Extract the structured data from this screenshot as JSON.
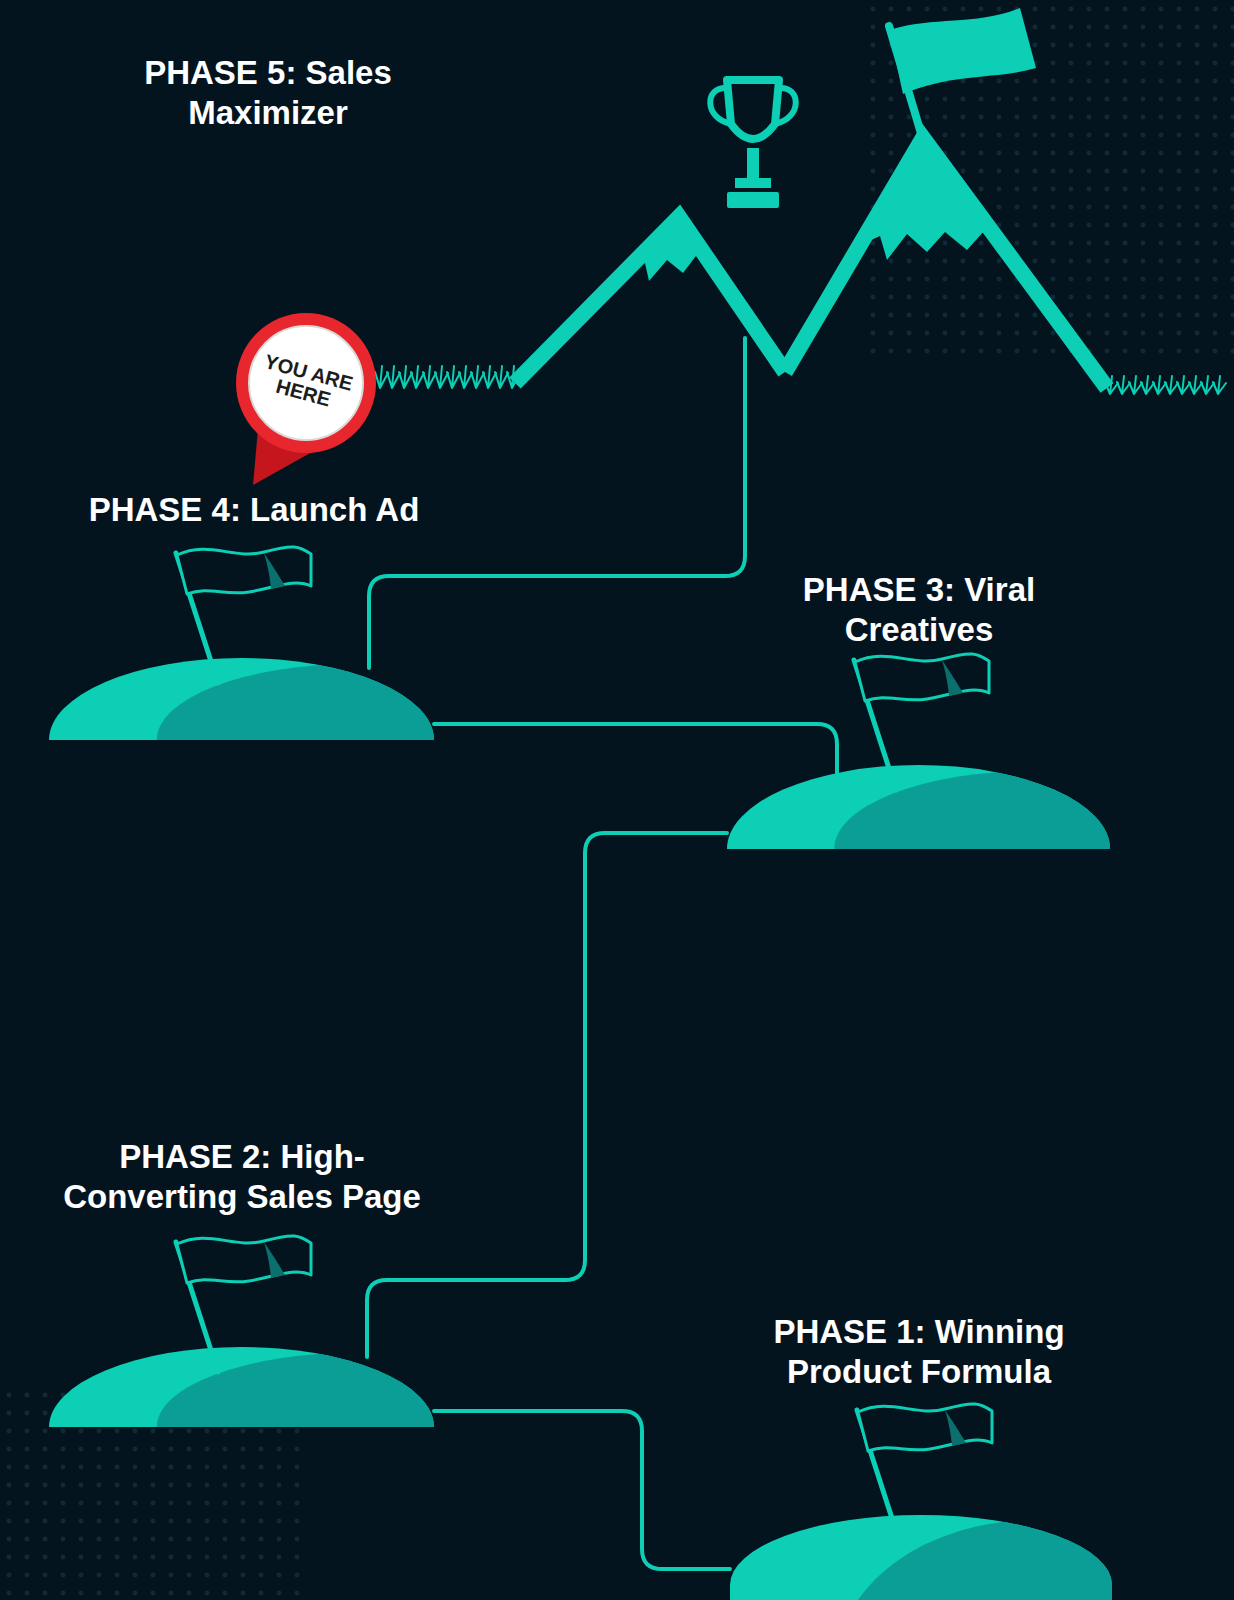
{
  "diagram": {
    "nodes": [
      {
        "text": [
          "PHASE 1: Winning Product Formula"
        ]
      },
      {
        "text": [
          "PHASE 2: High-Converting Sales Page"
        ]
      },
      {
        "text": [
          "PHASE 3: Viral Creatives"
        ]
      },
      {
        "text": [
          "PHASE 4: Launch Ad"
        ]
      },
      {
        "text": [
          "PHASE 5: Sales Maximizer"
        ]
      },
      {
        "text": [
          "YOU ARE HERE"
        ]
      }
    ],
    "edges": [
      {
        "from": 0,
        "to": 1,
        "arrow": "none"
      },
      {
        "from": 1,
        "to": 2,
        "arrow": "none"
      },
      {
        "from": 2,
        "to": 3,
        "arrow": "none"
      },
      {
        "from": 3,
        "to": 4,
        "arrow": "none"
      }
    ]
  }
}
